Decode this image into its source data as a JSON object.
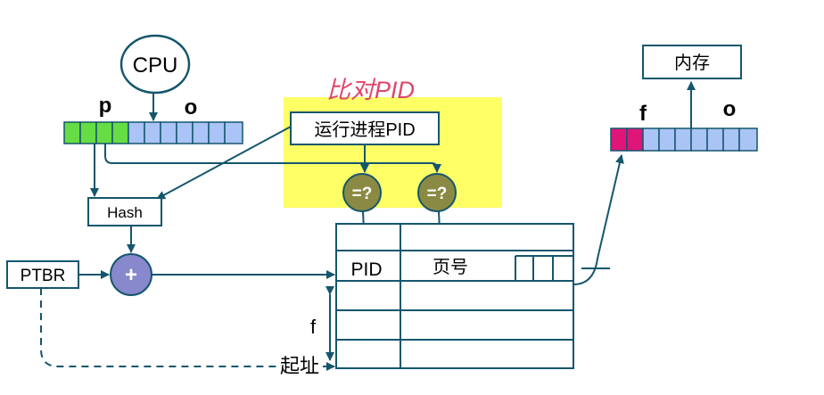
{
  "cpu_label": "CPU",
  "page_label": "p",
  "offset_label": "o",
  "hash_label": "Hash",
  "ptbr_label": "PTBR",
  "plus_symbol": "+",
  "compare_symbol_1": "=?",
  "compare_symbol_2": "=?",
  "pid_register_label": "运行进程PID",
  "handwritten_note": "比对PID",
  "table_pid_label": "PID",
  "table_page_label": "页号",
  "frame_label": "f",
  "base_addr_label": "起址",
  "memory_label": "内存",
  "phys_frame_label": "f",
  "phys_offset_label": "o",
  "colors": {
    "stroke": "#14566d",
    "page_bits": "#66dd44",
    "offset_bits": "#a9c4f5",
    "frame_bits": "#e0157a",
    "highlight": "#ffff66",
    "compare_fill": "#8a8a44",
    "plus_fill": "#8888cc",
    "handwriting": "#e0466a"
  }
}
